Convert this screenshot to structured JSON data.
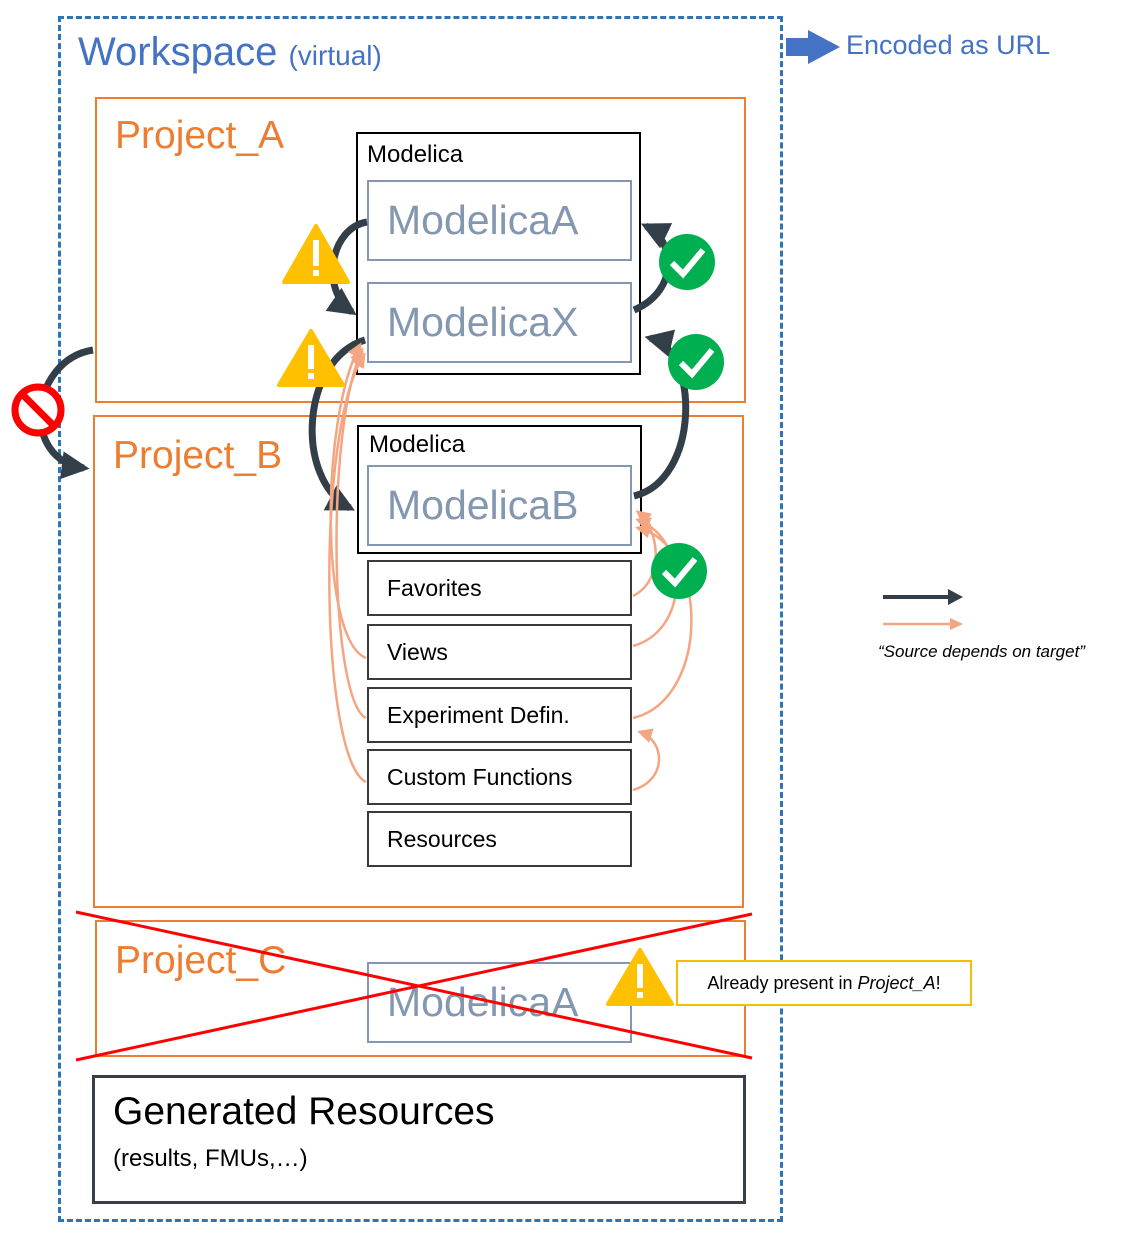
{
  "workspace": {
    "title": "Workspace",
    "subtitle": "(virtual)",
    "url_label": "Encoded as URL"
  },
  "projects": {
    "a": {
      "title": "Project_A",
      "modelica_title": "Modelica",
      "packages": [
        "ModelicaA",
        "ModelicaX"
      ]
    },
    "b": {
      "title": "Project_B",
      "modelica_title": "Modelica",
      "package": "ModelicaB",
      "items": [
        "Favorites",
        "Views",
        "Experiment Defin.",
        "Custom Functions",
        "Resources"
      ]
    },
    "c": {
      "title": "Project_C",
      "package": "ModelicaA",
      "crossed_out": true,
      "note_prefix": "Already present in ",
      "note_emph": "Project_A",
      "note_suffix": "!"
    }
  },
  "generated": {
    "title": "Generated Resources",
    "subtitle": "(results, FMUs,…)"
  },
  "legend": {
    "caption": "“Source depends on target”"
  },
  "colors": {
    "workspace": "#2e75b6",
    "project": "#ed7d31",
    "package": "#8497b0",
    "dark_arrow": "#333f48",
    "orange_arrow": "#f4a582",
    "check": "#00b050",
    "warning": "#ffc000",
    "forbidden": "#ff0000",
    "url_arrow": "#4472c4"
  },
  "icons": [
    "warning-icon",
    "check-icon",
    "forbidden-icon",
    "url-arrow-icon"
  ]
}
